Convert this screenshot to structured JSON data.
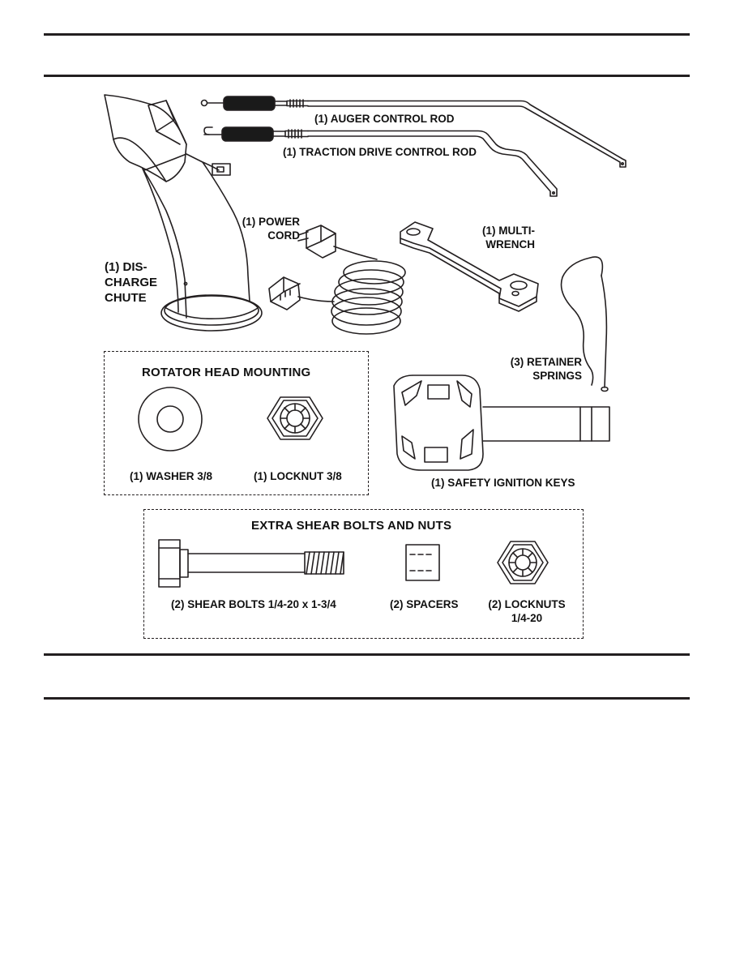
{
  "parts": {
    "auger_rod": "(1) AUGER CONTROL ROD",
    "traction_rod": "(1) TRACTION DRIVE CONTROL ROD",
    "power_cord": [
      "(1) POWER",
      "CORD"
    ],
    "multi_wrench": [
      "(1) MULTI-",
      "WRENCH"
    ],
    "discharge_chute": [
      "(1) DIS-",
      "CHARGE",
      "CHUTE"
    ],
    "retainer_springs": [
      "(3) RETAINER",
      "SPRINGS"
    ],
    "safety_keys": "(1) SAFETY IGNITION KEYS"
  },
  "rotator_box": {
    "title": "ROTATOR HEAD MOUNTING",
    "washer": "(1) WASHER  3/8",
    "locknut": "(1) LOCKNUT  3/8"
  },
  "shear_box": {
    "title": "EXTRA SHEAR BOLTS AND NUTS",
    "bolts": "(2) SHEAR BOLTS  1/4-20 x 1-3/4",
    "spacers": "(2) SPACERS",
    "locknuts": [
      "(2) LOCKNUTS",
      "1/4-20"
    ]
  },
  "colors": {
    "ink": "#231f20",
    "grip": "#1a1a1a"
  }
}
